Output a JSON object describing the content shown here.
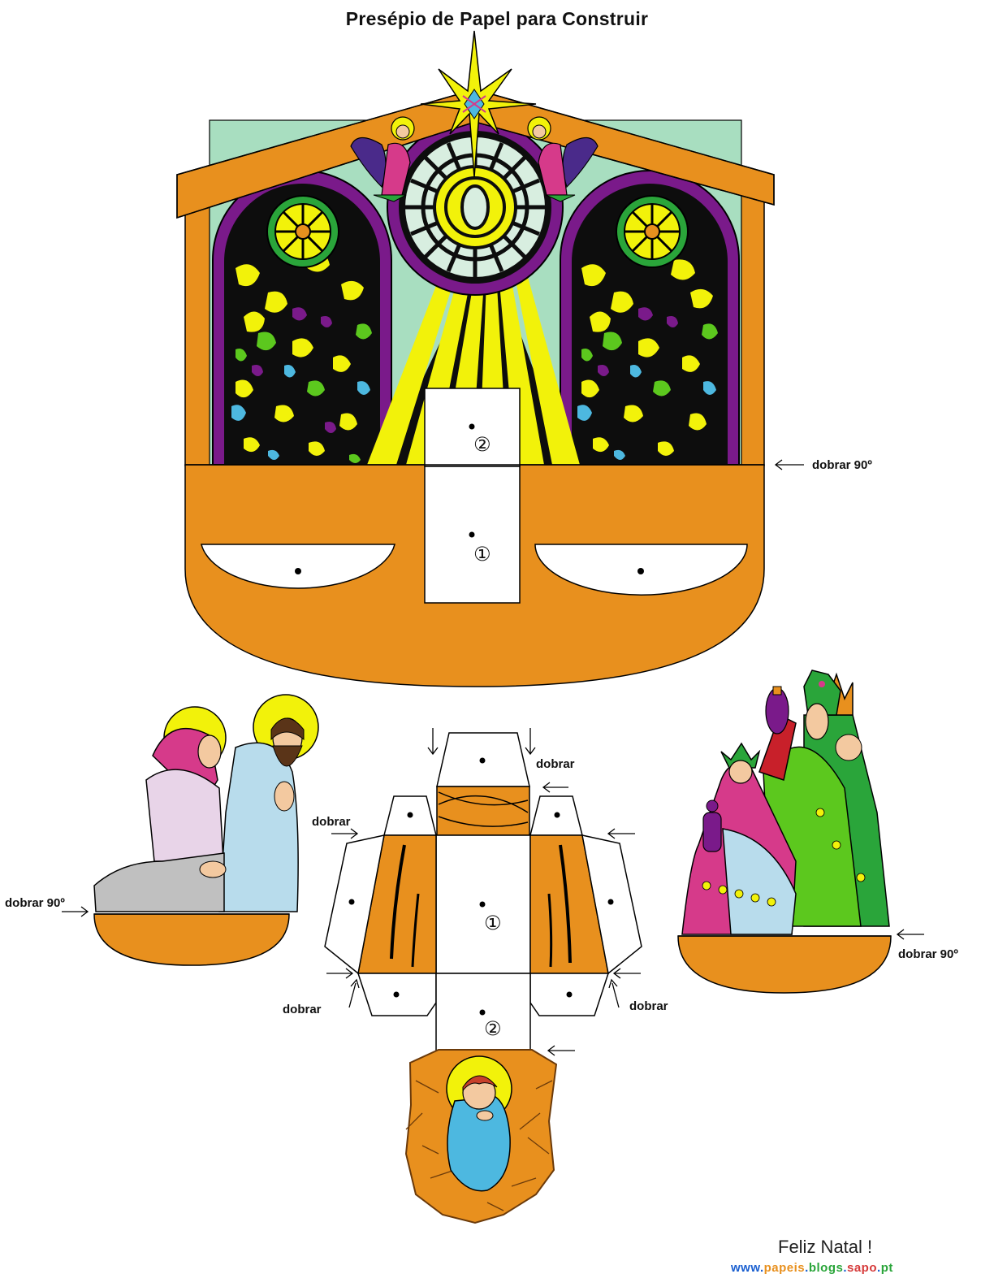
{
  "title": "Presépio de Papel para Construir",
  "labels": {
    "fold_90": "dobrar 90º",
    "fold": "dobrar"
  },
  "markers": {
    "one": "①",
    "two": "②"
  },
  "footer": {
    "greeting": "Feliz Natal !",
    "website_parts": [
      "www.",
      "papeis",
      ".",
      "blogs",
      ".",
      "sapo",
      ".",
      "pt"
    ]
  },
  "colors": {
    "orange": "#E8901E",
    "purple": "#7A1A8A",
    "yellow": "#F2F20A",
    "green": "#5CC81E",
    "cyan": "#4DB8E0",
    "mint": "#A8DEC0",
    "magenta": "#D63A8A",
    "light_blue": "#B8DCEC",
    "gray": "#C0C0C0",
    "website": [
      "#1a5fd0",
      "#e8901e",
      "#1a5fd0",
      "#2aa53a",
      "#1a5fd0",
      "#d63a3a",
      "#1a5fd0",
      "#1a5fd0"
    ]
  },
  "figures": [
    {
      "name": "mary-and-joseph"
    },
    {
      "name": "three-kings"
    },
    {
      "name": "baby-jesus-in-manger"
    },
    {
      "name": "star"
    },
    {
      "name": "angel"
    }
  ]
}
